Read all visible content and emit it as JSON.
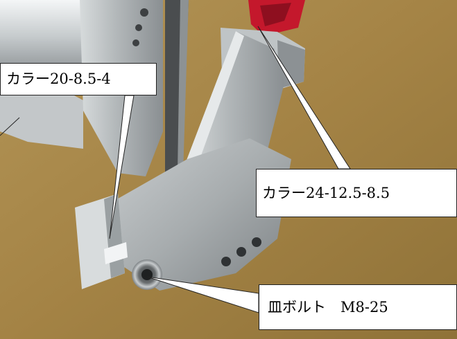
{
  "photo": {
    "subject": "machined aluminum bracket assembly on carpet",
    "colors": {
      "carpet": "#a9894d",
      "aluminum_light": "#e8ebec",
      "aluminum_mid": "#b5babc",
      "aluminum_dark": "#6d7174",
      "red_part": "#c4182c"
    }
  },
  "callouts": [
    {
      "label": "カラー20-8.5-4"
    },
    {
      "label": "カラー24-12.5-8.5"
    },
    {
      "label": "皿ボルト　M8-25"
    }
  ]
}
